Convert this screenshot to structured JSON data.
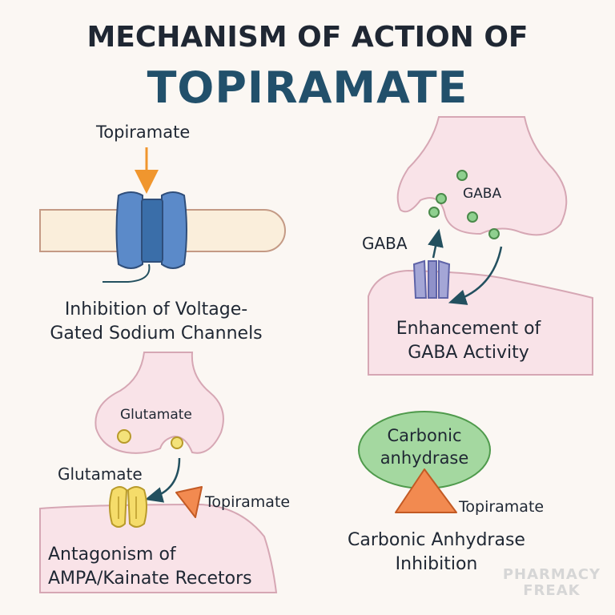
{
  "title": {
    "line1": "MECHANISM OF ACTION OF",
    "line2": "TOPIRAMATE"
  },
  "panels": {
    "sodium": {
      "drug_label": "Topiramate",
      "caption_line1": "Inhibition of Voltage-",
      "caption_line2": "Gated Sodium Channels"
    },
    "gaba": {
      "vesicle_label": "GABA",
      "receptor_label": "GABA",
      "caption_line1": "Enhancement of",
      "caption_line2": "GABA Activity"
    },
    "glutamate": {
      "vesicle_label": "Glutamate",
      "receptor_label": "Glutamate",
      "drug_label": "Topiramate",
      "caption_line1": "Antagonism of",
      "caption_line2": "AMPA/Kainate Recetors"
    },
    "carbonic": {
      "enzyme_line1": "Carbonic",
      "enzyme_line2": "anhydrase",
      "drug_label": "Topiramate",
      "caption_line1": "Carbonic Anhydrase",
      "caption_line2": "Inhibition"
    }
  },
  "watermark": {
    "line1": "PHARMACY",
    "line2": "FREAK"
  },
  "colors": {
    "title_dark": "#1f2733",
    "title_accent": "#22506b",
    "channel_blue": "#5b8ac9",
    "arrow_orange": "#f0962e",
    "cell_pink": "#f9e3e8",
    "cell_outline": "#d6a7b4",
    "gaba_dot": "#8fd08f",
    "glutamate_dot": "#f3e27a",
    "receptor_yellow": "#f5dc6a",
    "drug_orange": "#f28a50",
    "enzyme_green": "#a4d8a0"
  }
}
